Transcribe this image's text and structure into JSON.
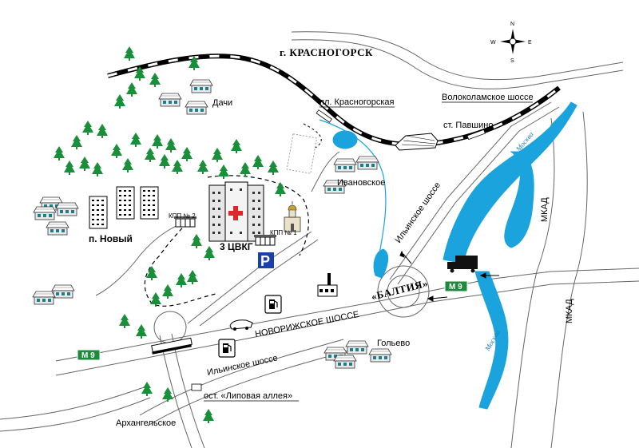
{
  "map": {
    "places": {
      "krasnogorsk": "г. КРАСНОГОРСК",
      "dachi": "Дачи",
      "novy": "п. Новый",
      "ivanovskoe": "Ивановское",
      "golyevo": "Гольево",
      "arkhangelskoe": "Архангельское",
      "hospital": "3 ЦВКГ",
      "baltia": "«БАЛТИЯ»"
    },
    "stations": {
      "krasnogorskaya": "пл. Красногорская",
      "pavshino": "ст. Павшино",
      "lipovaya": "ост. «Липовая аллея»"
    },
    "roads": {
      "volokolamskoe": "Волоколамское шоссе",
      "ilinskoe_north": "Ильинское шоссе",
      "ilinskoe_south": "Ильинское шоссе",
      "novorizhskoe": "НОВОРИЖСКОЕ ШОССЕ",
      "mkad_north": "МКАД",
      "mkad_south": "МКАД",
      "m9_west": "М 9",
      "m9_east": "М 9"
    },
    "river": {
      "north": "Москва",
      "south": "Москва"
    },
    "checkpoints": {
      "kpp1": "КПП № 1",
      "kpp2": "КПП № 2"
    },
    "parking": "P",
    "compass": {
      "n": "N",
      "s": "S",
      "e": "E",
      "w": "W"
    },
    "colors": {
      "water": "#1aa3dd",
      "m9_sign": "#1e8a3c",
      "parking": "#1a3fa8",
      "hospital_cross": "#e0262b",
      "tree": "#1a8f3a"
    }
  }
}
